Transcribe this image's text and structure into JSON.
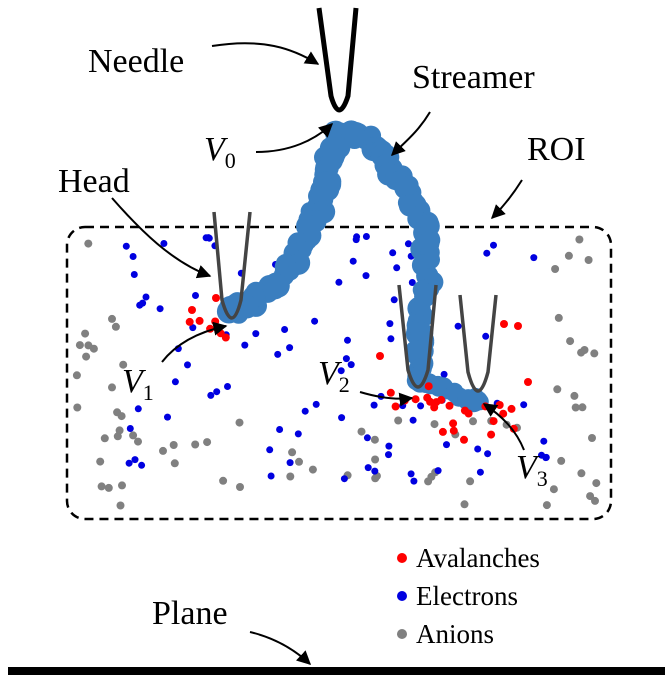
{
  "labels": {
    "needle": "Needle",
    "streamer": "Streamer",
    "roi": "ROI",
    "head": "Head",
    "plane": "Plane",
    "v_symbol": "V",
    "v0_sub": "0",
    "v1_sub": "1",
    "v2_sub": "2",
    "v3_sub": "3"
  },
  "legend": [
    {
      "label": "Avalanches",
      "color": "#ff0000"
    },
    {
      "label": "Electrons",
      "color": "#0000e0"
    },
    {
      "label": "Anions",
      "color": "#808080"
    }
  ],
  "colors": {
    "streamer": "#3a7ebf",
    "avalanche": "#ff0000",
    "electron": "#0000e0",
    "anion": "#808080",
    "needle": "#000000",
    "head_tip": "#444444"
  }
}
